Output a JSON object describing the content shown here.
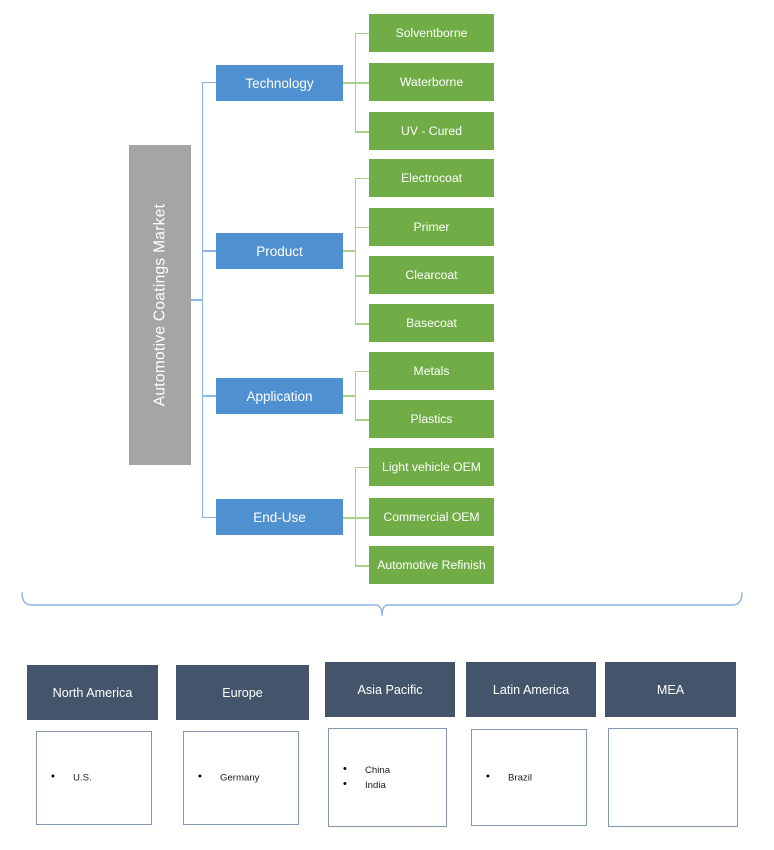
{
  "root": {
    "label": "Automotive Coatings Market"
  },
  "categories": [
    {
      "id": "technology",
      "label": "Technology"
    },
    {
      "id": "product",
      "label": "Product"
    },
    {
      "id": "application",
      "label": "Application"
    },
    {
      "id": "end-use",
      "label": "End-Use"
    }
  ],
  "leaves": [
    {
      "id": "solventborne",
      "label": "Solventborne",
      "parent": "technology"
    },
    {
      "id": "waterborne",
      "label": "Waterborne",
      "parent": "technology"
    },
    {
      "id": "uv-cured",
      "label": "UV - Cured",
      "parent": "technology"
    },
    {
      "id": "electrocoat",
      "label": "Electrocoat",
      "parent": "product"
    },
    {
      "id": "primer",
      "label": "Primer",
      "parent": "product"
    },
    {
      "id": "clearcoat",
      "label": "Clearcoat",
      "parent": "product"
    },
    {
      "id": "basecoat",
      "label": "Basecoat",
      "parent": "product"
    },
    {
      "id": "metals",
      "label": "Metals",
      "parent": "application"
    },
    {
      "id": "plastics",
      "label": "Plastics",
      "parent": "application"
    },
    {
      "id": "light-vehicle-oem",
      "label": "Light vehicle  OEM",
      "parent": "end-use"
    },
    {
      "id": "commercial-oem",
      "label": "Commercial  OEM",
      "parent": "end-use"
    },
    {
      "id": "automotive-refinish",
      "label": "Automotive  Refinish",
      "parent": "end-use"
    }
  ],
  "regions": [
    {
      "id": "north-america",
      "label": "North America",
      "countries": [
        "U.S."
      ]
    },
    {
      "id": "europe",
      "label": "Europe",
      "countries": [
        "Germany"
      ]
    },
    {
      "id": "asia-pacific",
      "label": "Asia Pacific",
      "countries": [
        "China",
        "India"
      ]
    },
    {
      "id": "latin-america",
      "label": "Latin America",
      "countries": [
        "Brazil"
      ]
    },
    {
      "id": "mea",
      "label": "MEA",
      "countries": []
    }
  ],
  "colors": {
    "root_bar": "#a5a5a5",
    "category_box": "#4f91d0",
    "leaf_box": "#70ad47",
    "region_header": "#44546a",
    "blue_connector": "#8db4e2",
    "green_connector": "#a9d18e",
    "bracket": "#8db4e2",
    "region_border": "#8496b0",
    "background": "#ffffff"
  }
}
